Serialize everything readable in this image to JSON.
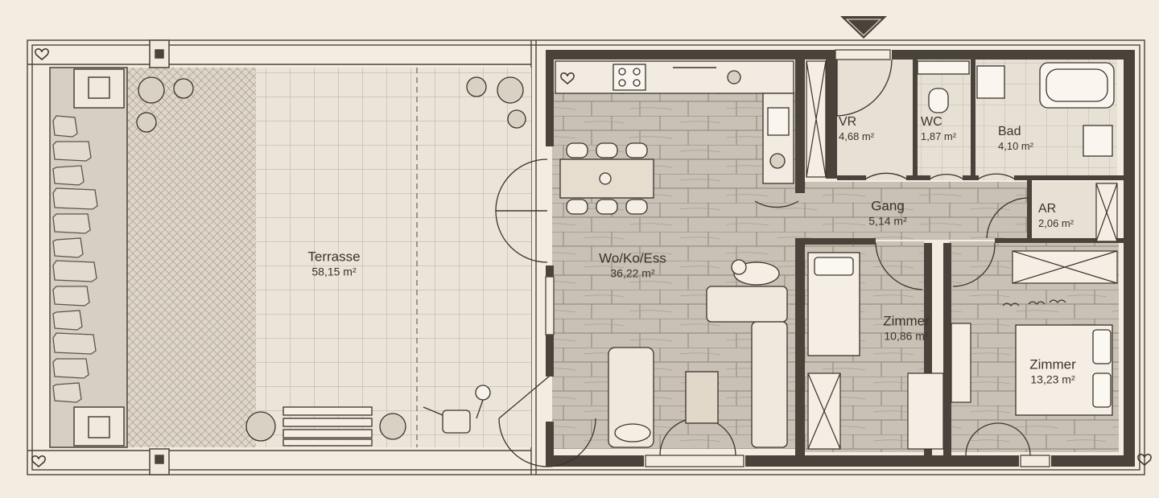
{
  "plan": {
    "colors": {
      "paper": "#f3ece0",
      "wall": "#4a433c",
      "wood_floor": "#cbc3b8",
      "tile_floor": "#e7e1d7",
      "terrace": "#e9e2d6",
      "stone": "#d6cfc4",
      "ink": "#3a332c"
    },
    "icons": [
      "heart-icon",
      "north-arrow-icon",
      "cat-icon",
      "plant-icon",
      "watering-can-icon",
      "flower-icon",
      "birds-icon",
      "sink-icon",
      "stove-icon",
      "bathtub-icon",
      "toilet-icon"
    ]
  },
  "rooms": {
    "terrasse": {
      "name": "Terrasse",
      "area": "58,15 m²"
    },
    "wohnen": {
      "name": "Wo/Ko/Ess",
      "area": "36,22 m²"
    },
    "vr": {
      "name": "VR",
      "area": "4,68 m²"
    },
    "wc": {
      "name": "WC",
      "area": "1,87 m²"
    },
    "bad": {
      "name": "Bad",
      "area": "4,10 m²"
    },
    "gang": {
      "name": "Gang",
      "area": "5,14 m²"
    },
    "ar": {
      "name": "AR",
      "area": "2,06 m²"
    },
    "zimmer1": {
      "name": "Zimmer",
      "area": "10,86 m²"
    },
    "zimmer2": {
      "name": "Zimmer",
      "area": "13,23 m²"
    }
  }
}
